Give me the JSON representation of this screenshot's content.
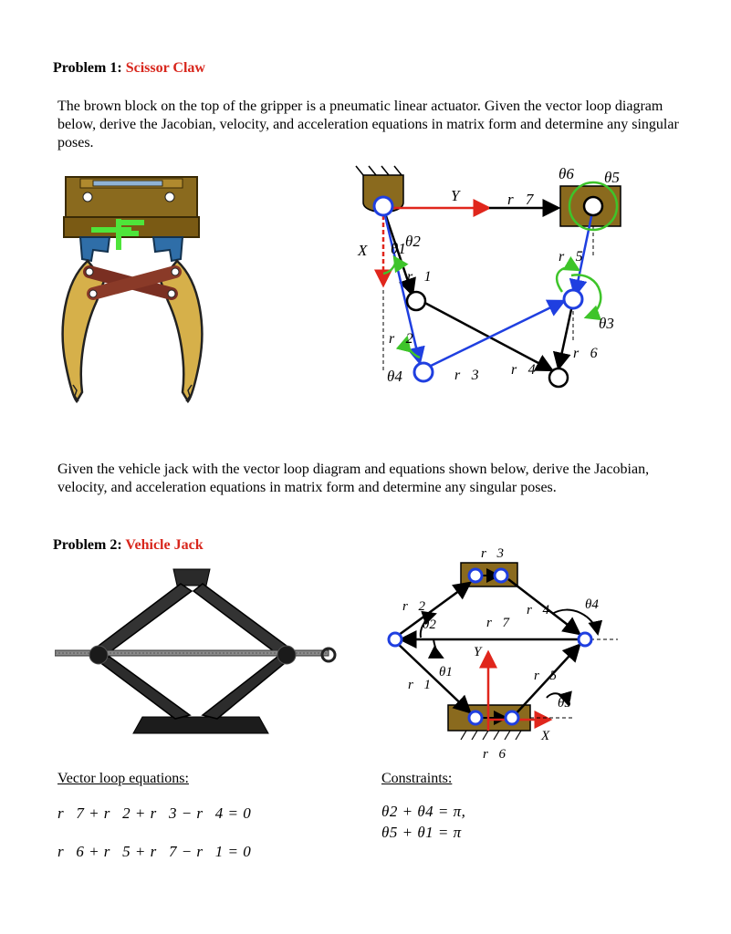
{
  "problem1": {
    "label": "Problem 1:",
    "title": "Scissor Claw",
    "description": "The brown block on the top of the gripper is a pneumatic linear actuator. Given the vector loop diagram below, derive the Jacobian, velocity, and acceleration equations in matrix form and determine any singular poses.",
    "diagram_labels": {
      "Y": "Y",
      "X": "X",
      "r7": "r⃗7",
      "r1": "r⃗1",
      "r2": "r⃗2",
      "r3": "r⃗3",
      "r4": "r⃗4",
      "r5": "r⃗5",
      "r6": "r⃗6",
      "theta1": "θ1",
      "theta2": "θ2",
      "theta3": "θ3",
      "theta4": "θ4",
      "theta5": "θ5",
      "theta6": "θ6"
    }
  },
  "intro2": "Given the vehicle jack with the vector loop diagram and equations shown below, derive the Jacobian, velocity, and acceleration equations in matrix form and determine any singular poses.",
  "problem2": {
    "label": "Problem 2:",
    "title": "Vehicle Jack",
    "diagram_labels": {
      "r1": "r⃗1",
      "r2": "r⃗2",
      "r3": "r⃗3",
      "r4": "r⃗4",
      "r5": "r⃗5",
      "r6": "r⃗6",
      "r7": "r⃗7",
      "Y": "Y",
      "X": "X",
      "theta1": "θ1",
      "theta2": "θ2",
      "theta4": "θ4",
      "theta5": "θ5"
    },
    "vector_loop_heading": "Vector loop equations:",
    "vector_loop_eq1": "r⃗7 + r⃗2 + r⃗3 − r⃗4 = 0⃗",
    "vector_loop_eq2": "r⃗6 + r⃗5 + r⃗7 − r⃗1 = 0⃗",
    "constraints_heading": "Constraints:",
    "constraint1": "θ2 + θ4 = π,",
    "constraint2": "θ5 + θ1 = π"
  }
}
